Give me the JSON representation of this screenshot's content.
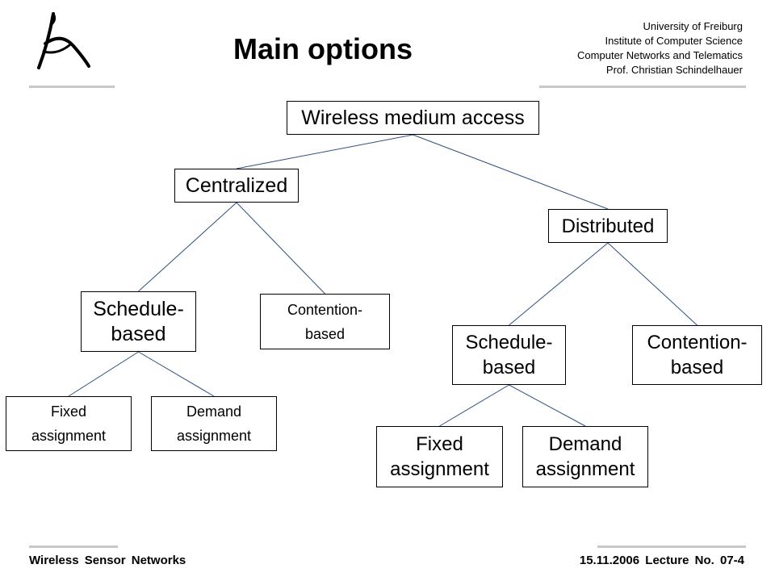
{
  "header": {
    "title": "Main options",
    "institution": [
      "University of Freiburg",
      "Institute of Computer Science",
      "Computer Networks and Telematics",
      "Prof. Christian Schindelhauer"
    ]
  },
  "diagram": {
    "nodes": {
      "root": "Wireless medium access",
      "centralized": "Centralized",
      "distributed": "Distributed",
      "c_schedule": "Schedule-\nbased",
      "c_contention": "Contention-\nbased",
      "c_fixed": "Fixed\nassignment",
      "c_demand": "Demand\nassignment",
      "d_schedule": "Schedule-\nbased",
      "d_contention": "Contention-\nbased",
      "d_fixed": "Fixed\nassignment",
      "d_demand": "Demand\nassignment"
    },
    "edges": [
      [
        "root",
        "centralized"
      ],
      [
        "root",
        "distributed"
      ],
      [
        "centralized",
        "c_schedule"
      ],
      [
        "centralized",
        "c_contention"
      ],
      [
        "c_schedule",
        "c_fixed"
      ],
      [
        "c_schedule",
        "c_demand"
      ],
      [
        "distributed",
        "d_schedule"
      ],
      [
        "distributed",
        "d_contention"
      ],
      [
        "d_schedule",
        "d_fixed"
      ],
      [
        "d_schedule",
        "d_demand"
      ]
    ]
  },
  "footer": {
    "left": "Wireless Sensor Networks",
    "right": "15.11.2006 Lecture No. 07-4"
  },
  "colors": {
    "edge": "#2f4f7f",
    "rule": "#c8c8c8"
  }
}
